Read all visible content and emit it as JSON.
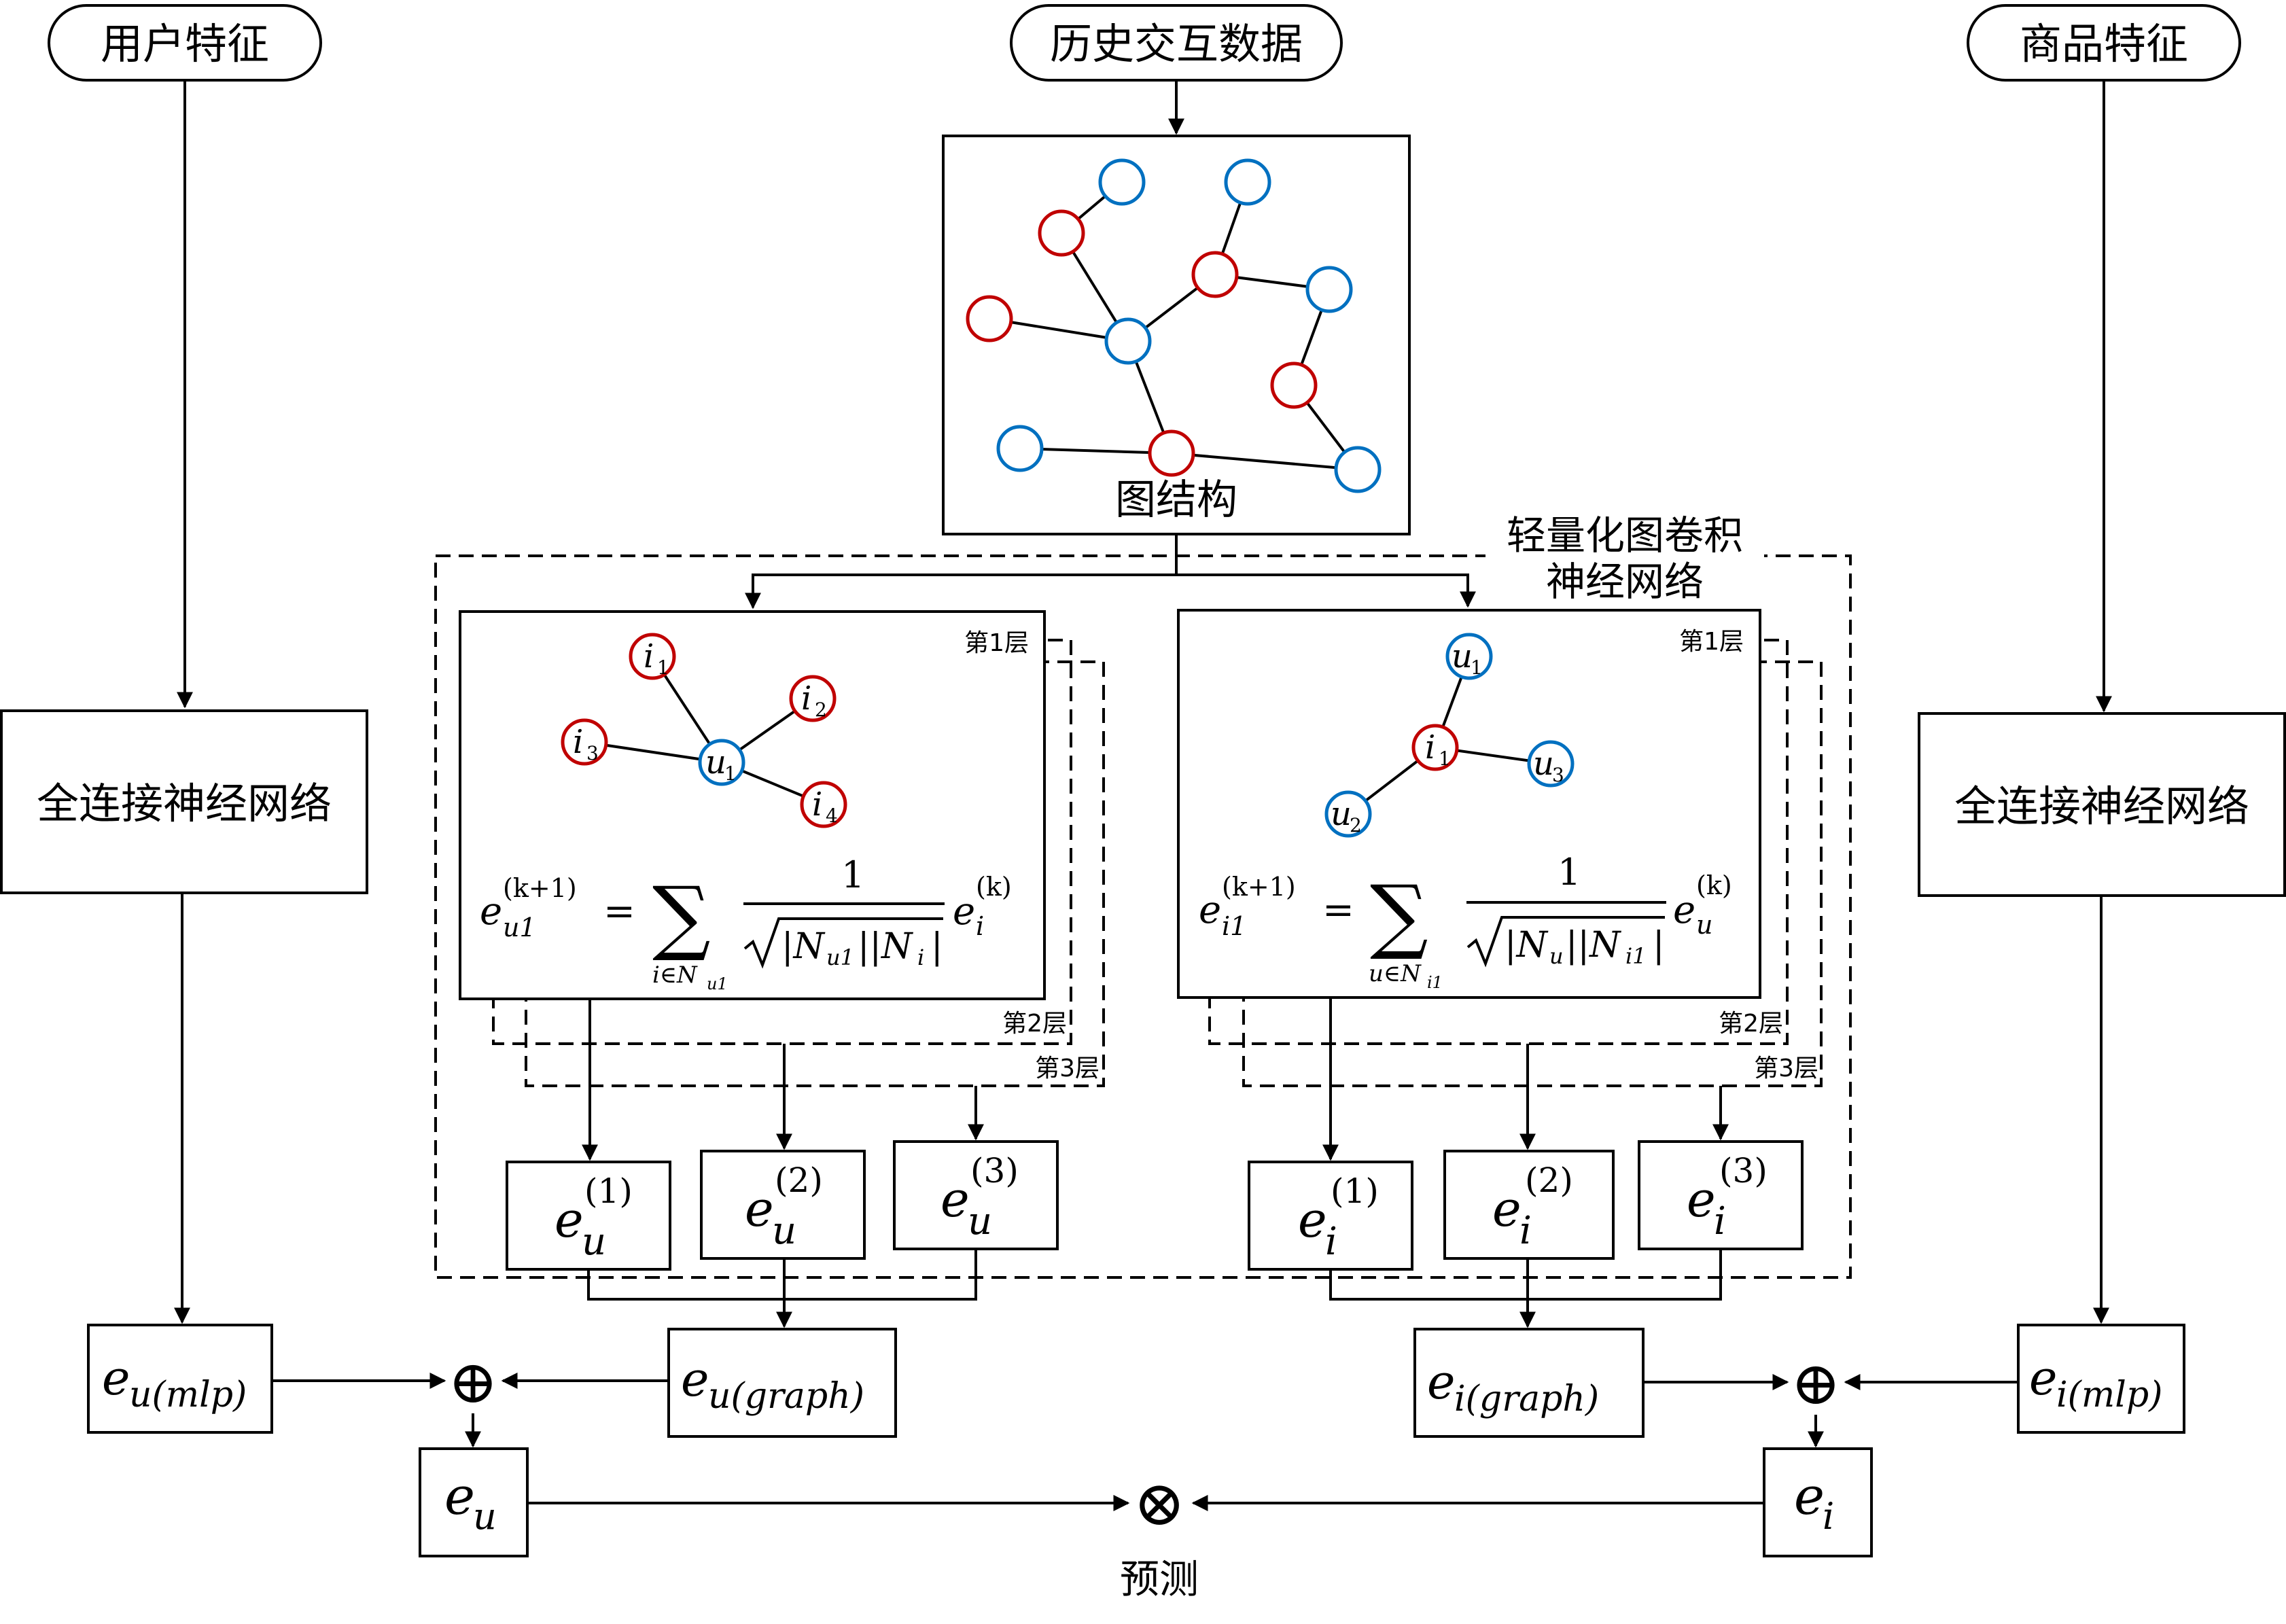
{
  "inputs": {
    "user_features": "用户特征",
    "history": "历史交互数据",
    "item_features": "商品特征"
  },
  "graph_label": "图结构",
  "lgcn_label": [
    "轻量化图卷积",
    "神经网络"
  ],
  "layers": {
    "l1": "第1层",
    "l2": "第2层",
    "l3": "第3层"
  },
  "mlp_label": "全连接神经网络",
  "left_nodes": {
    "i1": "i",
    "i1_sub": "1",
    "i2": "i",
    "i2_sub": "2",
    "i3": "i",
    "i3_sub": "3",
    "i4": "i",
    "i4_sub": "4",
    "u1": "u",
    "u1_sub": "1"
  },
  "right_nodes": {
    "u1": "u",
    "u1_sub": "1",
    "u2": "u",
    "u2_sub": "2",
    "u3": "u",
    "u3_sub": "3",
    "i1": "i",
    "i1_sub": "1"
  },
  "left_formula": {
    "lhs_base": "e",
    "lhs_sup": "(k+1)",
    "lhs_sub": "u1",
    "eq": "=",
    "sum": "∑",
    "sum_sub": "i∈N",
    "sum_sub2": "u1",
    "numer": "1",
    "denom": "|N",
    "denom_sub1": "u1",
    "denom_mid": "||N",
    "denom_sub2": "i",
    "denom_end": "|",
    "rhs_base": "e",
    "rhs_sup": "(k)",
    "rhs_sub": "i"
  },
  "right_formula": {
    "lhs_base": "e",
    "lhs_sup": "(k+1)",
    "lhs_sub": "i1",
    "eq": "=",
    "sum": "∑",
    "sum_sub": "u∈N",
    "sum_sub2": "i1",
    "numer": "1",
    "denom": "|N",
    "denom_sub1": "u",
    "denom_mid": "||N",
    "denom_sub2": "i1",
    "denom_end": "|",
    "rhs_base": "e",
    "rhs_sup": "(k)",
    "rhs_sub": "u"
  },
  "embeddings": {
    "eu1": {
      "base": "e",
      "sup": "(1)",
      "sub": "u"
    },
    "eu2": {
      "base": "e",
      "sup": "(2)",
      "sub": "u"
    },
    "eu3": {
      "base": "e",
      "sup": "(3)",
      "sub": "u"
    },
    "ei1": {
      "base": "e",
      "sup": "(1)",
      "sub": "i"
    },
    "ei2": {
      "base": "e",
      "sup": "(2)",
      "sub": "i"
    },
    "ei3": {
      "base": "e",
      "sup": "(3)",
      "sub": "i"
    },
    "eu_mlp": {
      "base": "e",
      "sub": "u(mlp)"
    },
    "eu_graph": {
      "base": "e",
      "sub": "u(graph)"
    },
    "ei_graph": {
      "base": "e",
      "sub": "i(graph)"
    },
    "ei_mlp": {
      "base": "e",
      "sub": "i(mlp)"
    },
    "eu": {
      "base": "e",
      "sub": "u"
    },
    "ei": {
      "base": "e",
      "sub": "i"
    }
  },
  "ops": {
    "plus": "⊕",
    "times": "⊗"
  },
  "predict_label": "预测",
  "colors": {
    "user_node": "#0070c0",
    "item_node": "#c00000"
  }
}
